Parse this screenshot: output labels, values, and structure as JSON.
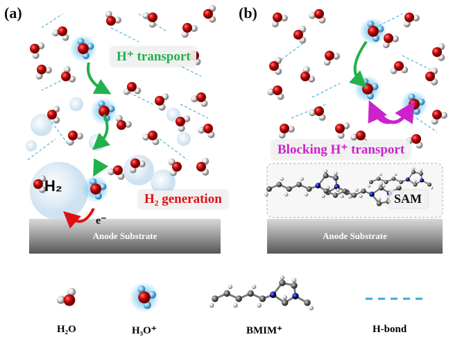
{
  "panel_a": {
    "tag": "(a)",
    "transport_label": "H⁺ transport",
    "generation_label": "H₂ generation",
    "bubble_label": "H₂",
    "electron_label": "e⁻",
    "substrate_label": "Anode Substrate"
  },
  "panel_b": {
    "tag": "(b)",
    "blocking_label": "Blocking H⁺ transport",
    "sam_label": "SAM",
    "substrate_label": "Anode Substrate"
  },
  "legend": {
    "h2o": "H₂O",
    "h3o": "H₃O⁺",
    "bmim": "BMIM⁺",
    "hbond": "H-bond"
  },
  "colors": {
    "transport": "#22b14c",
    "generation": "#e01010",
    "blocking": "#cc22cc",
    "hbond": "#3aa8d8",
    "oxygen": "#d01010",
    "hydrogen": "#eeeeee",
    "hydronium_h": "#8fd0ef"
  }
}
